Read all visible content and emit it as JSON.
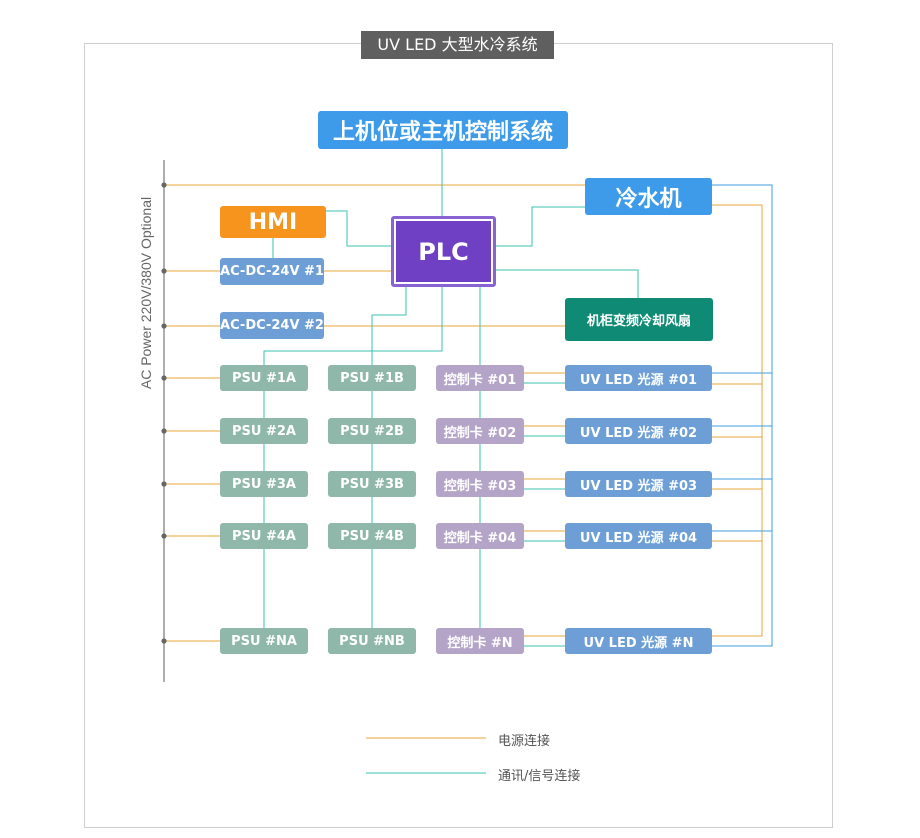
{
  "title": "UV LED 大型水冷系统",
  "ac_power_label": "AC Power 220V/380V Optional",
  "host": "上机位或主机控制系统",
  "chiller": "冷水机",
  "hmi": "HMI",
  "plc": "PLC",
  "acdc": [
    "AC-DC-24V #1",
    "AC-DC-24V #2"
  ],
  "cabinet_fan": "机柜变频冷却风扇",
  "rows": [
    {
      "psu_a": "PSU #1A",
      "psu_b": "PSU #1B",
      "card": "控制卡 #01",
      "uv": "UV LED 光源 #01"
    },
    {
      "psu_a": "PSU #2A",
      "psu_b": "PSU #2B",
      "card": "控制卡 #02",
      "uv": "UV LED 光源 #02"
    },
    {
      "psu_a": "PSU #3A",
      "psu_b": "PSU #3B",
      "card": "控制卡 #03",
      "uv": "UV LED 光源 #03"
    },
    {
      "psu_a": "PSU #4A",
      "psu_b": "PSU #4B",
      "card": "控制卡 #04",
      "uv": "UV LED 光源 #04"
    },
    {
      "psu_a": "PSU #NA",
      "psu_b": "PSU #NB",
      "card": "控制卡 #N",
      "uv": "UV LED 光源 #N"
    }
  ],
  "legend": {
    "power": "电源连接",
    "signal": "通讯/信号连接"
  },
  "colors": {
    "power_line": "#e8a43a",
    "signal_line": "#39c2b0",
    "control_line": "#3f9ee0"
  }
}
